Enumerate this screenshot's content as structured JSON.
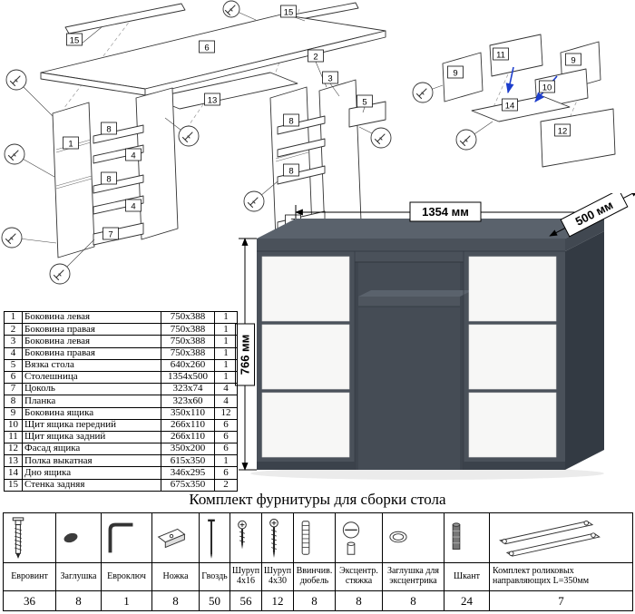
{
  "diagram_main": {
    "labels": [
      "15",
      "6",
      "15",
      "13",
      "1",
      "8",
      "4",
      "8",
      "4",
      "7",
      "2",
      "3",
      "8",
      "8",
      "7",
      "5"
    ]
  },
  "diagram_drawer": {
    "labels": [
      "9",
      "11",
      "9",
      "10",
      "14",
      "12"
    ]
  },
  "desk": {
    "width_label": "1354 мм",
    "depth_label": "500 мм",
    "height_label": "766 мм"
  },
  "parts_table": {
    "rows": [
      {
        "num": "1",
        "name": "Боковина левая",
        "size": "750x388",
        "qty": "1"
      },
      {
        "num": "2",
        "name": "Боковина правая",
        "size": "750x388",
        "qty": "1"
      },
      {
        "num": "3",
        "name": "Боковина левая",
        "size": "750x388",
        "qty": "1"
      },
      {
        "num": "4",
        "name": "Боковина правая",
        "size": "750x388",
        "qty": "1"
      },
      {
        "num": "5",
        "name": "Вязка стола",
        "size": "640x260",
        "qty": "1"
      },
      {
        "num": "6",
        "name": "Столешница",
        "size": "1354x500",
        "qty": "1"
      },
      {
        "num": "7",
        "name": "Цоколь",
        "size": "323x74",
        "qty": "4"
      },
      {
        "num": "8",
        "name": "Планка",
        "size": "323x60",
        "qty": "4"
      },
      {
        "num": "9",
        "name": "Боковина ящика",
        "size": "350x110",
        "qty": "12"
      },
      {
        "num": "10",
        "name": "Щит ящика передний",
        "size": "266x110",
        "qty": "6"
      },
      {
        "num": "11",
        "name": "Щит ящика задний",
        "size": "266x110",
        "qty": "6"
      },
      {
        "num": "12",
        "name": "Фасад ящика",
        "size": "350x200",
        "qty": "6"
      },
      {
        "num": "13",
        "name": "Полка выкатная",
        "size": "615x350",
        "qty": "1"
      },
      {
        "num": "14",
        "name": "Дно ящика",
        "size": "346x295",
        "qty": "6"
      },
      {
        "num": "15",
        "name": "Стенка задняя",
        "size": "675x350",
        "qty": "2"
      }
    ]
  },
  "hardware": {
    "title": "Комплект фурнитуры для сборки стола",
    "items": [
      {
        "icon": "euro-screw-icon",
        "name": "Евровинт",
        "qty": "36"
      },
      {
        "icon": "plug-cap-icon",
        "name": "Заглушка",
        "qty": "8"
      },
      {
        "icon": "hex-key-icon",
        "name": "Евроключ",
        "qty": "1"
      },
      {
        "icon": "leg-icon",
        "name": "Ножка",
        "qty": "8"
      },
      {
        "icon": "nail-icon",
        "name": "Гвоздь",
        "qty": "50"
      },
      {
        "icon": "screw-4x16-icon",
        "name": "Шуруп 4x16",
        "qty": "56"
      },
      {
        "icon": "screw-4x30-icon",
        "name": "Шуруп 4x30",
        "qty": "12"
      },
      {
        "icon": "screw-dowel-icon",
        "name": "Ввинчив. дюбель",
        "qty": "8"
      },
      {
        "icon": "cam-lock-icon",
        "name": "Эксцентр. стяжка",
        "qty": "8"
      },
      {
        "icon": "cam-cover-icon",
        "name": "Заглушка для эксцентрика",
        "qty": "8"
      },
      {
        "icon": "wood-dowel-icon",
        "name": "Шкант",
        "qty": "24"
      },
      {
        "icon": "drawer-slides-icon",
        "name": "Комплект роликовых направляющих L=350мм",
        "qty": "7"
      }
    ]
  }
}
